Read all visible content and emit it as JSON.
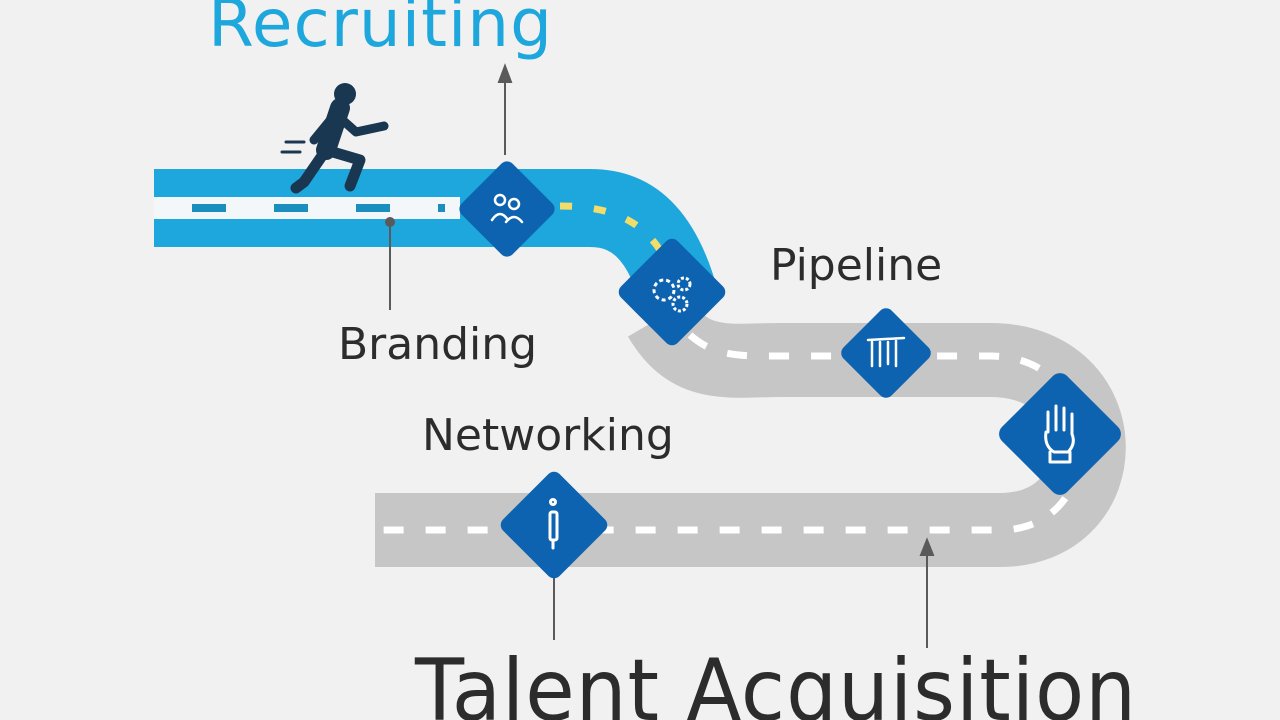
{
  "titles": {
    "top": "Recruiting",
    "bottom": "Talent Acquisition"
  },
  "stages": [
    {
      "label": "Branding",
      "icon": "team-icon"
    },
    {
      "label": "",
      "icon": "gears-icon"
    },
    {
      "label": "Pipeline",
      "icon": "people-group-icon"
    },
    {
      "label": "",
      "icon": "raised-hand-icon"
    },
    {
      "label": "Networking",
      "icon": "pencil-icon"
    }
  ],
  "colors": {
    "background": "#f1f1f1",
    "blue_road": "#1ea7dc",
    "gray_road": "#c6c6c6",
    "node": "#0d63b0",
    "title_top": "#1ea7dc",
    "text": "#2c2c2c",
    "runner": "#1a3752"
  }
}
